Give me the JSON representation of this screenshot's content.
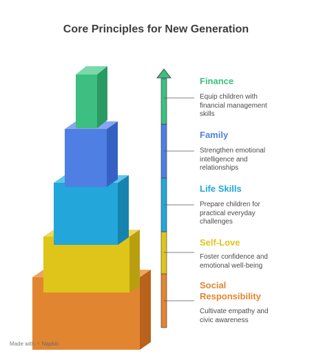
{
  "title": "Core Principles for New Generation",
  "levels": [
    {
      "label": "Finance",
      "description": "Equip children with financial management skills",
      "color": "#3cbf80"
    },
    {
      "label": "Family",
      "description": "Strengthen emotional intelligence and relationships",
      "color": "#4f7fe3"
    },
    {
      "label": "Life Skills",
      "description": "Prepare children for practical everyday challenges",
      "color": "#23a6d9"
    },
    {
      "label": "Self-Love",
      "description": "Foster confidence and emotional well-being",
      "color": "#dfc519"
    },
    {
      "label": "Social Responsibility",
      "description": "Cultivate empathy and civic awareness",
      "color": "#e28531"
    }
  ],
  "footer": {
    "made_with": "Made with",
    "brand": "Napkin"
  },
  "icons": {
    "arrow": "arrow-up-icon",
    "brand": "napkin-logo-icon"
  }
}
